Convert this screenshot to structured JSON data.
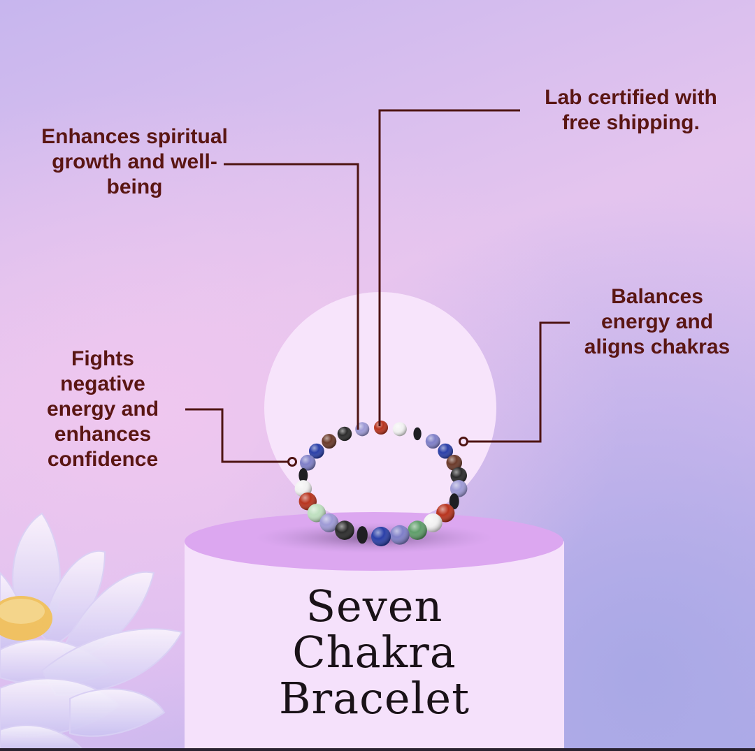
{
  "callouts": {
    "spiritual": [
      "Enhances spiritual",
      "growth and well-",
      "being"
    ],
    "lab": [
      "Lab certified with",
      "free shipping."
    ],
    "balance": [
      "Balances",
      "energy and",
      "aligns chakras"
    ],
    "negative": [
      "Fights",
      "negative",
      "energy and",
      "enhances",
      "confidence"
    ]
  },
  "title": [
    "Seven",
    "Chakra",
    "Bracelet"
  ],
  "colors": {
    "text": "#5a1613",
    "line": "#4e1412",
    "pedestal": "#f5e1fb",
    "pedestal_top": "#dda9f0",
    "halo": "#f7e4fb"
  },
  "icons": [
    "lotus-flower-icon",
    "bead-bracelet-image"
  ]
}
